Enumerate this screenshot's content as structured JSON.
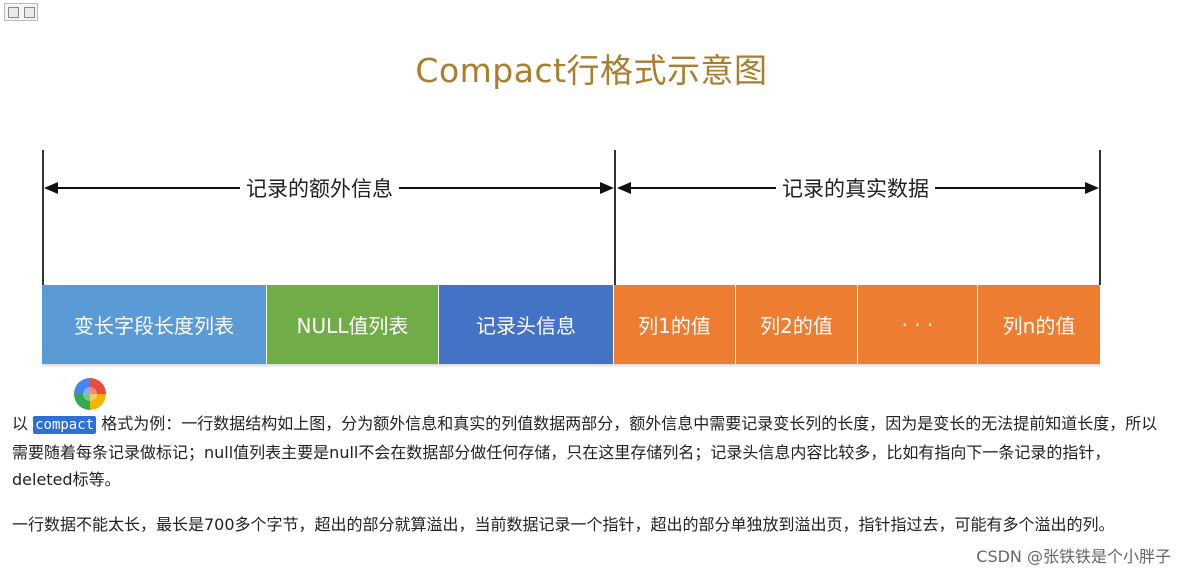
{
  "diagram": {
    "title": "Compact行格式示意图",
    "title_color": "#a97e2d",
    "sections": [
      {
        "label": "记录的额外信息"
      },
      {
        "label": "记录的真实数据"
      }
    ],
    "cells": [
      {
        "label": "变长字段长度列表",
        "color": "#5b9bd5"
      },
      {
        "label": "NULL值列表",
        "color": "#70ad47"
      },
      {
        "label": "记录头信息",
        "color": "#4472c4"
      },
      {
        "label": "列1的值",
        "color": "#ed7d31"
      },
      {
        "label": "列2的值",
        "color": "#ed7d31"
      },
      {
        "label": "· · ·",
        "color": "#ed7d31"
      },
      {
        "label": "列n的值",
        "color": "#ed7d31"
      }
    ]
  },
  "text": {
    "p1_prefix": "以 ",
    "p1_code": "compact",
    "p1_rest": " 格式为例：一行数据结构如上图，分为额外信息和真实的列值数据两部分，额外信息中需要记录变长列的长度，因为是变长的无法提前知道长度，所以需要随着每条记录做标记；null值列表主要是null不会在数据部分做任何存储，只在这里存储列名；记录头信息内容比较多，比如有指向下一条记录的指针，deleted标等。",
    "p2": "一行数据不能太长，最长是700多个字节，超出的部分就算溢出，当前数据记录一个指针，超出的部分单独放到溢出页，指针指过去，可能有多个溢出的列。"
  },
  "watermark": "CSDN @张铁铁是个小胖子"
}
